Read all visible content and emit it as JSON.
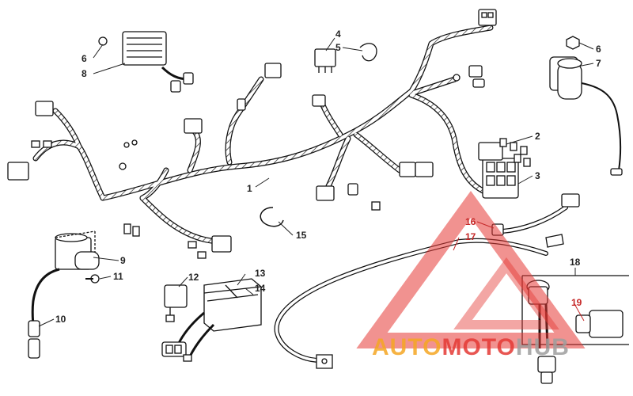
{
  "callouts": {
    "c1": "1",
    "c2": "2",
    "c3": "3",
    "c4": "4",
    "c5": "5",
    "c6a": "6",
    "c6b": "6",
    "c7": "7",
    "c8": "8",
    "c9": "9",
    "c10": "10",
    "c11": "11",
    "c12": "12",
    "c13": "13",
    "c14": "14",
    "c15": "15",
    "c16": "16",
    "c17": "17",
    "c18": "18",
    "c19": "19"
  },
  "watermark": {
    "part1": "AUTO",
    "part2": "MOTO",
    "part3": "HUB"
  },
  "colors": {
    "line": "#111111",
    "callout_black": "#222222",
    "callout_red": "#c62828",
    "watermark_red": "#e53935",
    "watermark_orange": "#f5a623",
    "watermark_grey": "#9e9e9e"
  }
}
